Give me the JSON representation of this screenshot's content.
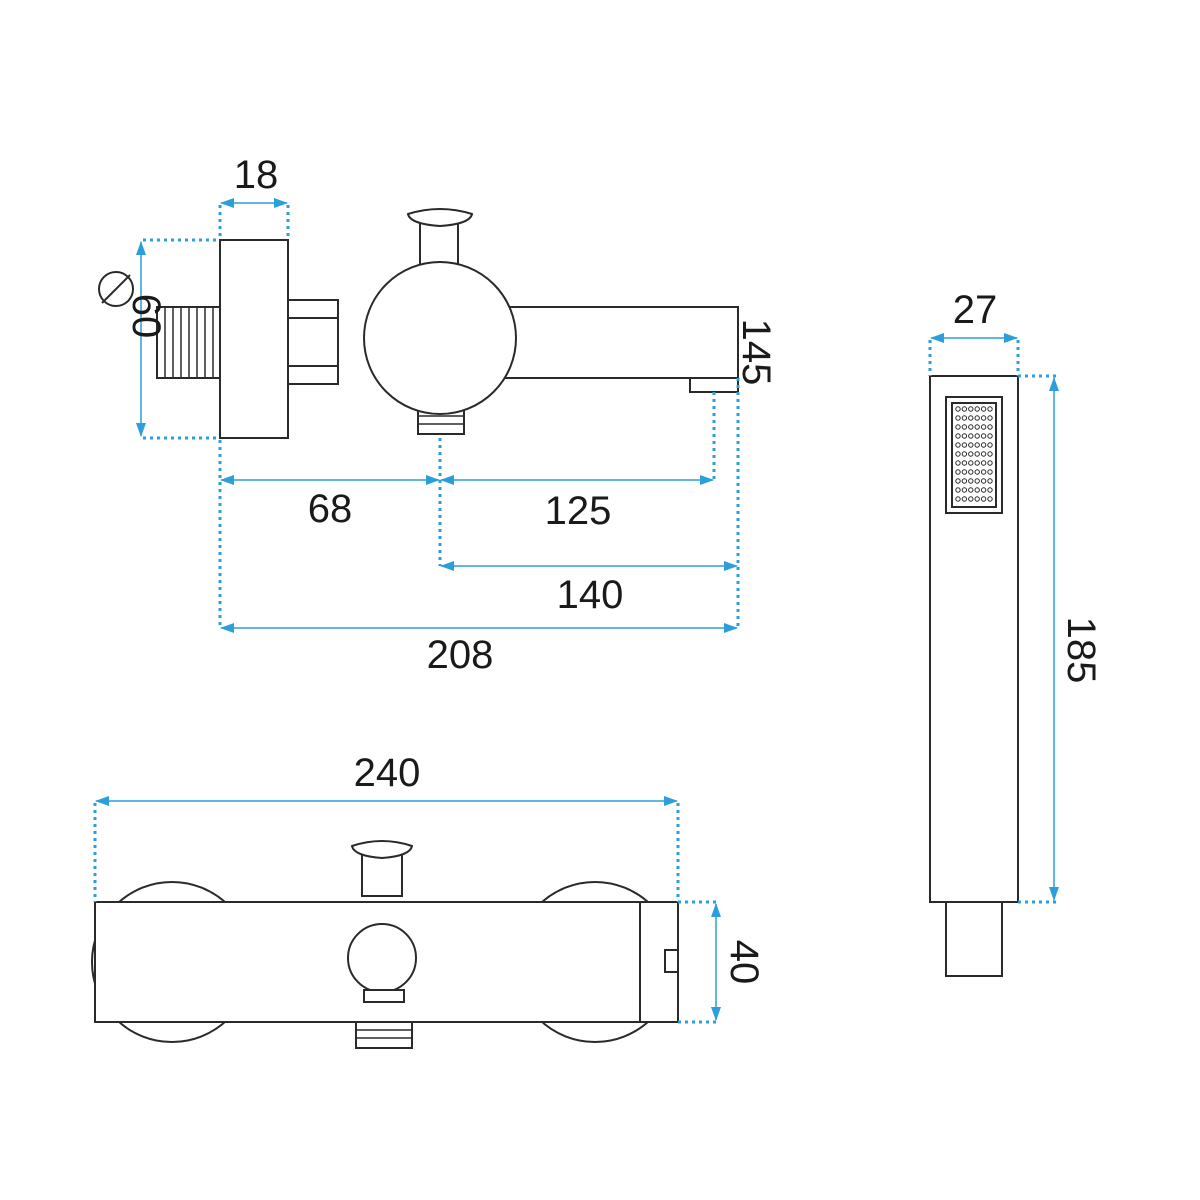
{
  "accent_color": "#2b9fd9",
  "line_color": "#2a2a2a",
  "dimensions": {
    "d18": "18",
    "d60": "60",
    "diameter_symbol": "⌀",
    "d145": "145",
    "d68": "68",
    "d125": "125",
    "d140": "140",
    "d208": "208",
    "d27": "27",
    "d185": "185",
    "d240": "240",
    "d40": "40"
  }
}
